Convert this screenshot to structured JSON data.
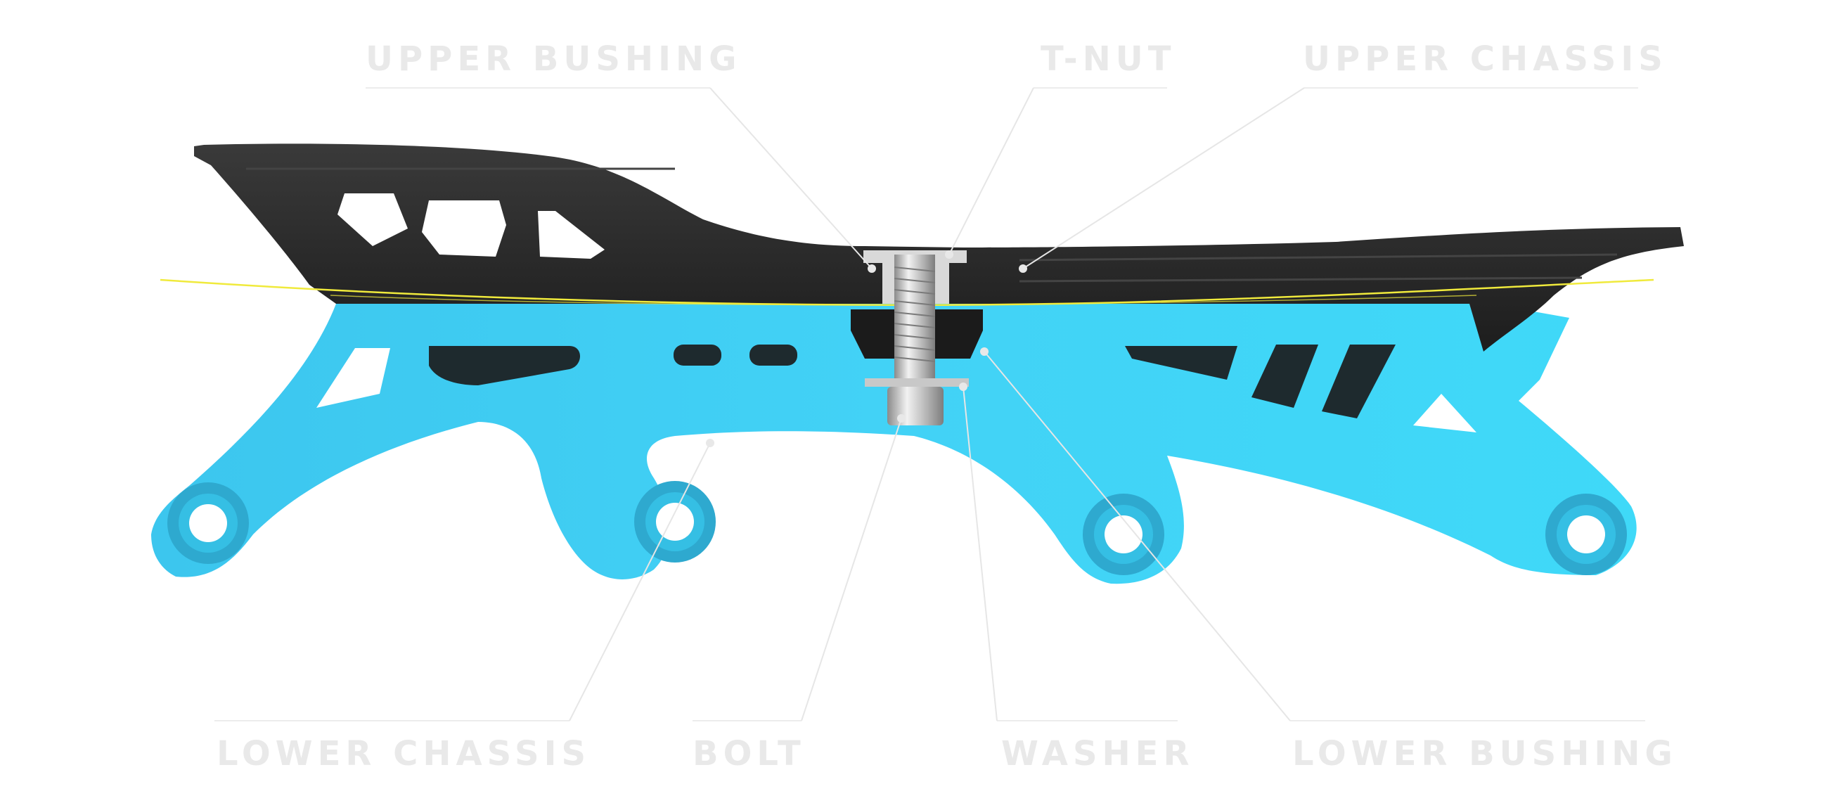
{
  "diagram": {
    "labels": {
      "upper_bushing": "UPPER BUSHING",
      "t_nut": "T-NUT",
      "upper_chassis": "UPPER CHASSIS",
      "lower_chassis": "LOWER CHASSIS",
      "bolt": "BOLT",
      "washer": "WASHER",
      "lower_bushing": "LOWER BUSHING"
    },
    "colors": {
      "upper_chassis": "#2a2a2a",
      "lower_chassis": "#3fd0f2",
      "bolt": "#bdbdbd",
      "axle_ring": "#2e9fc0",
      "callout_line": "#e6e6e6",
      "label_text": "#e9e9e9",
      "guide_line": "#f0ea3c"
    }
  }
}
